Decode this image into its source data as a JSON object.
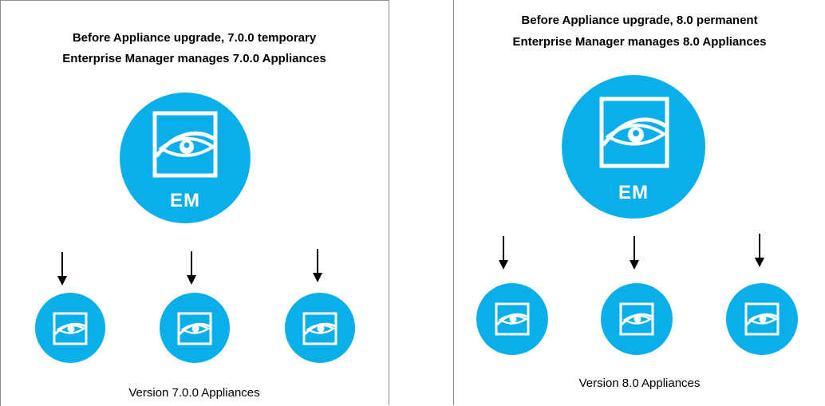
{
  "left_panel": {
    "title_line_1": "Before Appliance upgrade, 7.0.0  temporary",
    "title_line_2": "Enterprise Manager manages 7.0.0  Appliances",
    "em_label": "EM",
    "footer": "Version 7.0.0  Appliances",
    "appliance_count": 3
  },
  "right_panel": {
    "title_line_1": "Before Appliance upgrade, 8.0 permanent",
    "title_line_2": "Enterprise Manager manages 8.0 Appliances",
    "em_label": "EM",
    "footer": "Version 8.0 Appliances",
    "appliance_count": 3
  },
  "colors": {
    "brand_blue": "#0aaee9",
    "icon_white": "#ffffff",
    "arrow": "#000000",
    "border": "#8c8c8c"
  },
  "icons": {
    "em_logo": "eye-in-frame-icon",
    "appliance_logo": "eye-in-frame-icon",
    "arrow": "arrow-down-icon"
  }
}
